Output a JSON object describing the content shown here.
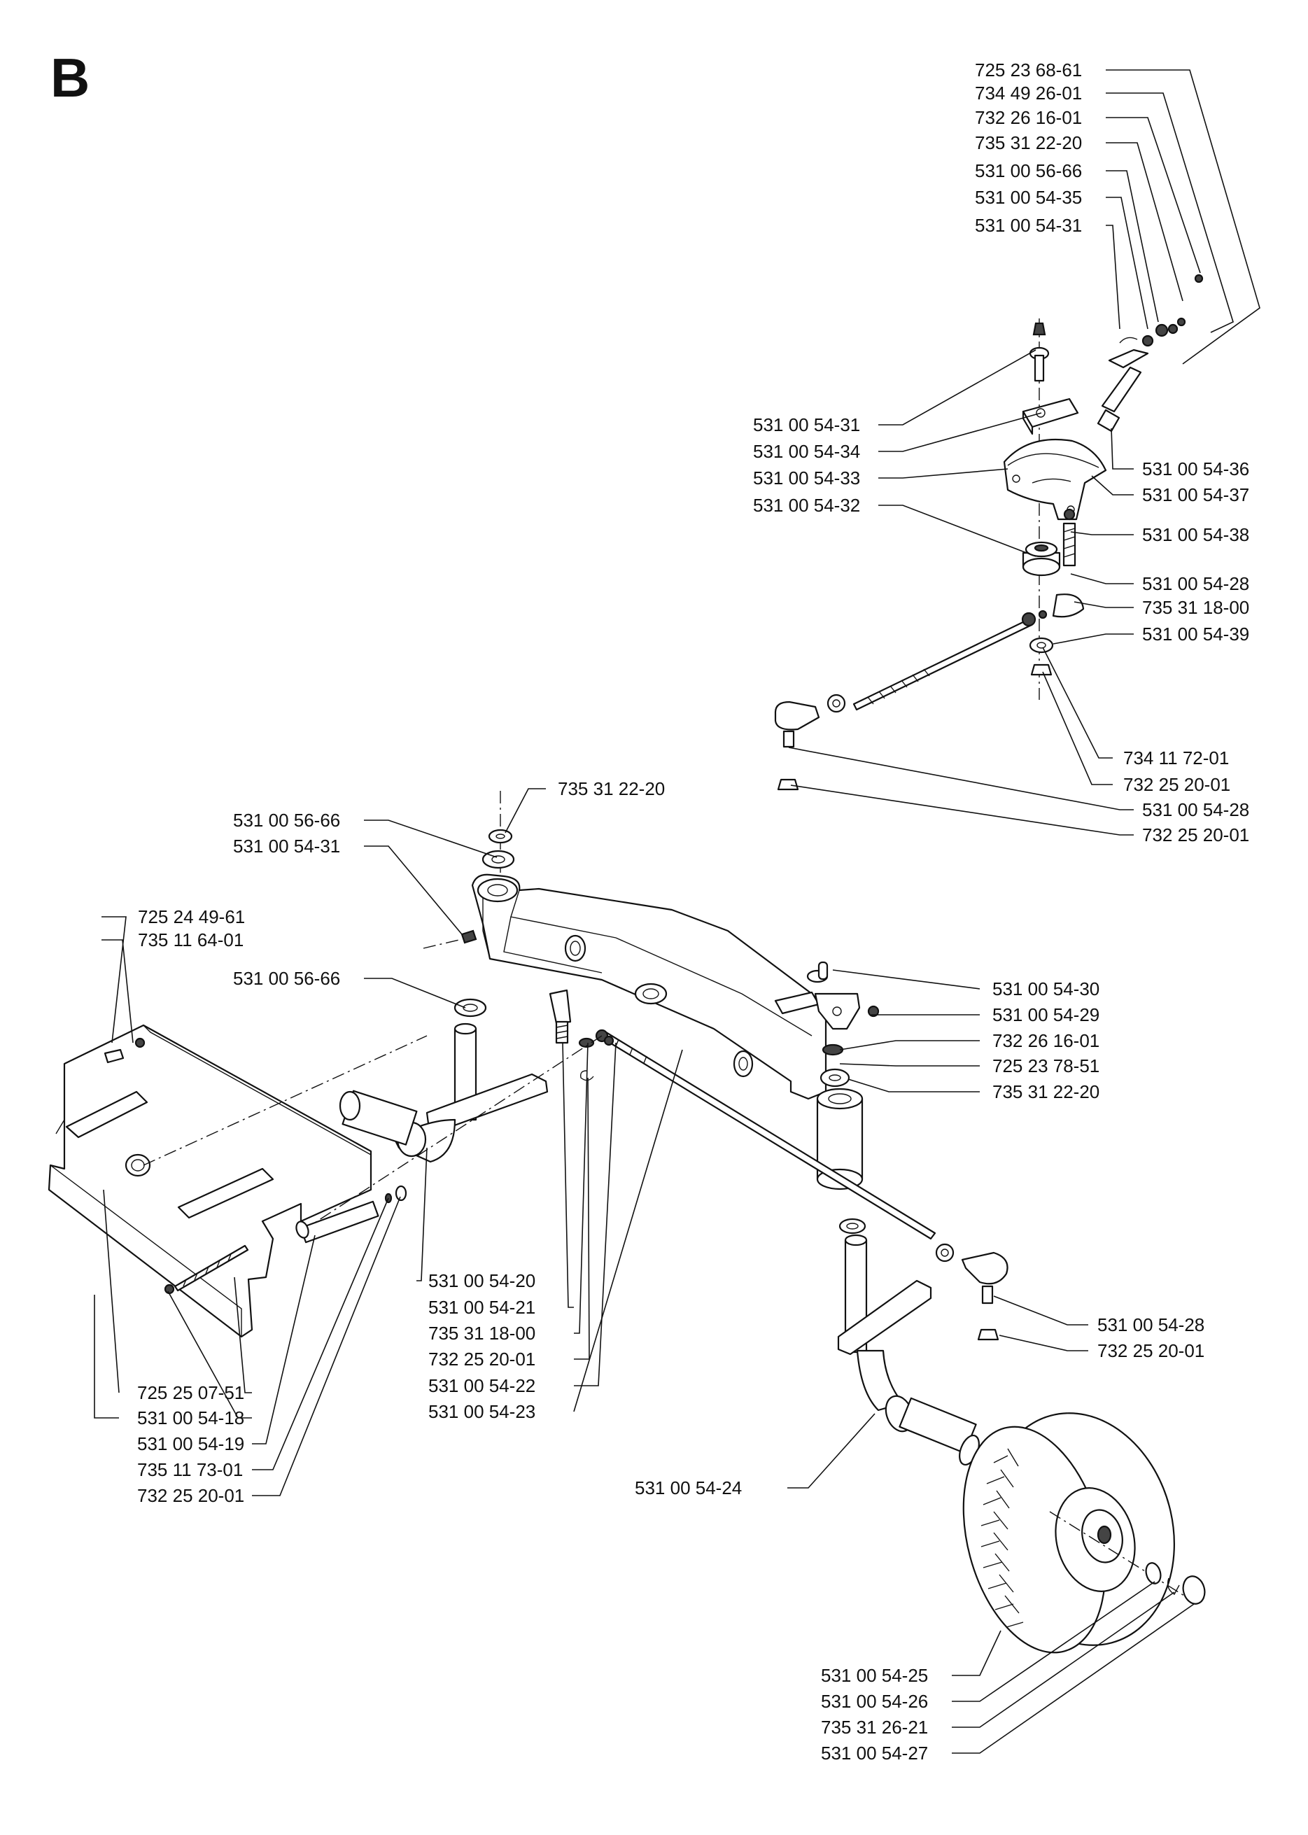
{
  "title": "B",
  "labels": {
    "l1": "725 23 68-61",
    "l2": "734 49 26-01",
    "l3": "732 26 16-01",
    "l4": "735 31 22-20",
    "l5": "531 00 56-66",
    "l6": "531 00 54-35",
    "l7": "531 00 54-31",
    "l8": "531 00 54-31",
    "l9": "531 00 54-34",
    "l10": "531 00 54-33",
    "l11": "531 00 54-32",
    "l12": "531 00 54-36",
    "l13": "531 00 54-37",
    "l14": "531 00 54-38",
    "l15": "531 00 54-28",
    "l16": "735 31 18-00",
    "l17": "531 00 54-39",
    "l18": "734 11 72-01",
    "l19": "732 25 20-01",
    "l20": "531 00 54-28",
    "l21": "732 25 20-01",
    "l22": "735 31 22-20",
    "l23": "531 00 56-66",
    "l24": "531 00 54-31",
    "l25": "725 24 49-61",
    "l26": "735 11 64-01",
    "l27": "531 00 56-66",
    "l28": "531 00 54-30",
    "l29": "531 00 54-29",
    "l30": "732 26 16-01",
    "l31": "725 23 78-51",
    "l32": "735 31 22-20",
    "l33": "531 00 54-20",
    "l34": "531 00 54-21",
    "l35": "735 31 18-00",
    "l36": "732 25 20-01",
    "l37": "531 00 54-22",
    "l38": "531 00 54-23",
    "l39": "531 00 54-28",
    "l40": "732 25 20-01",
    "l41": "725 25 07-51",
    "l42": "531 00 54-18",
    "l43": "531 00 54-19",
    "l44": "735 11 73-01",
    "l45": "732 25 20-01",
    "l46": "531 00 54-24",
    "l47": "531 00 54-25",
    "l48": "531 00 54-26",
    "l49": "735 31 26-21",
    "l50": "531 00 54-27"
  }
}
